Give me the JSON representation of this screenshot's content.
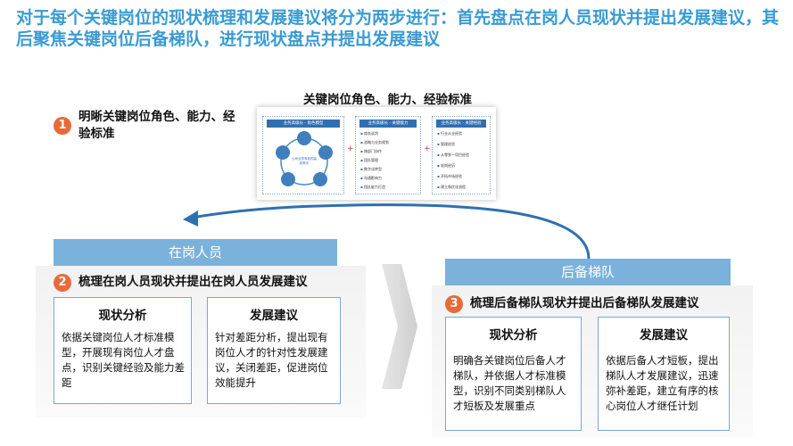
{
  "title": "对于每个关键岗位的现状梳理和发展建议将分为两步进行：首先盘点在岗人员现状并提出发展建议，其后聚焦关键岗位后备梯队，进行现状盘点并提出发展建议",
  "standard_subtitle": "关键岗位角色、能力、经验标准",
  "steps": [
    {
      "num": "1",
      "text": "明晰关键岗位角色、能力、经验标准"
    },
    {
      "num": "2",
      "text": "梳理在岗人员现状并提出在岗人员发展建议"
    },
    {
      "num": "3",
      "text": "梳理后备梯队现状并提出后备梯队发展建议"
    }
  ],
  "thumbnail": {
    "panel1_head": "业务高级长 - 角色模型",
    "panel2_head": "业务高级长 - 关键能力",
    "panel3_head": "业务高级长 - 关键经验",
    "center_text": "公司业务有效的高效率手",
    "panel2_items": [
      "商务谈判",
      "战略与业务规划",
      "跨部门协作",
      "团队管理",
      "数字化转型",
      "沟通影响力",
      "团队能力打造"
    ],
    "panel3_items": [
      "行业从业经验",
      "管理经验",
      "从零到一项目经验",
      "轮岗经历",
      "开拓市场经验",
      "建立和优化流程"
    ]
  },
  "incumbent": {
    "band": "在岗人员",
    "analysis_title": "现状分析",
    "analysis_body": "依据关键岗位人才标准模型，开展现有岗位人才盘点，识别关键经验及能力差距",
    "advice_title": "发展建议",
    "advice_body": "针对差距分析，提出现有岗位人才的针对性发展建议，关闭差距，促进岗位效能提升"
  },
  "successor": {
    "band": "后备梯队",
    "analysis_title": "现状分析",
    "analysis_body": "明确各关键岗位后备人才梯队，并依据人才标准模型，识别不同类别梯队人才短板及发展重点",
    "advice_title": "发展建议",
    "advice_body": "依据后备人才短板，提出梯队人才发展建议，迅速弥补差距，建立有序的核心岗位人才继任计划"
  },
  "colors": {
    "accent": "#3a9bd1",
    "band": "#7ab2dc",
    "step_num": "#e86a3a",
    "arrow": "#2f6fb0"
  }
}
